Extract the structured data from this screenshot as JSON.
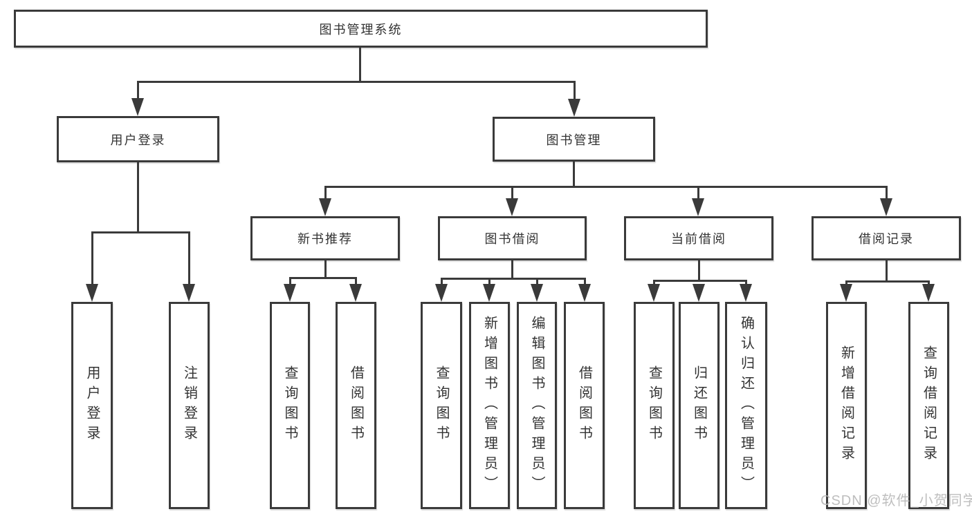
{
  "diagram": {
    "root": {
      "label": "图书管理系统"
    },
    "level2": {
      "user_login": {
        "label": "用户登录"
      },
      "book_management": {
        "label": "图书管理"
      }
    },
    "level3": {
      "new_book_recommend": {
        "label": "新书推荐"
      },
      "book_borrow": {
        "label": "图书借阅"
      },
      "current_borrow": {
        "label": "当前借阅"
      },
      "borrow_record": {
        "label": "借阅记录"
      }
    },
    "leaves": {
      "user_login": {
        "label": "用户登录"
      },
      "logout_login": {
        "label": "注销登录"
      },
      "nb_query_book": {
        "label": "查询图书"
      },
      "nb_borrow_book": {
        "label": "借阅图书"
      },
      "bb_query_book": {
        "label": "查询图书"
      },
      "bb_add_book_admin": {
        "label": "新增图书（管理员）"
      },
      "bb_edit_book_admin": {
        "label": "编辑图书（管理员）"
      },
      "bb_borrow_book": {
        "label": "借阅图书"
      },
      "cb_query_book": {
        "label": "查询图书"
      },
      "cb_return_book": {
        "label": "归还图书"
      },
      "cb_confirm_return_admin": {
        "label": "确认归还（管理员）"
      },
      "br_add_record": {
        "label": "新增借阅记录"
      },
      "br_query_record": {
        "label": "查询借阅记录"
      }
    }
  },
  "watermark": {
    "text": "CSDN @软件_小贺同学"
  },
  "colors": {
    "line": "#3a3a3a",
    "text": "#333333",
    "watermark": "#bdbdbd",
    "background": "#ffffff"
  }
}
